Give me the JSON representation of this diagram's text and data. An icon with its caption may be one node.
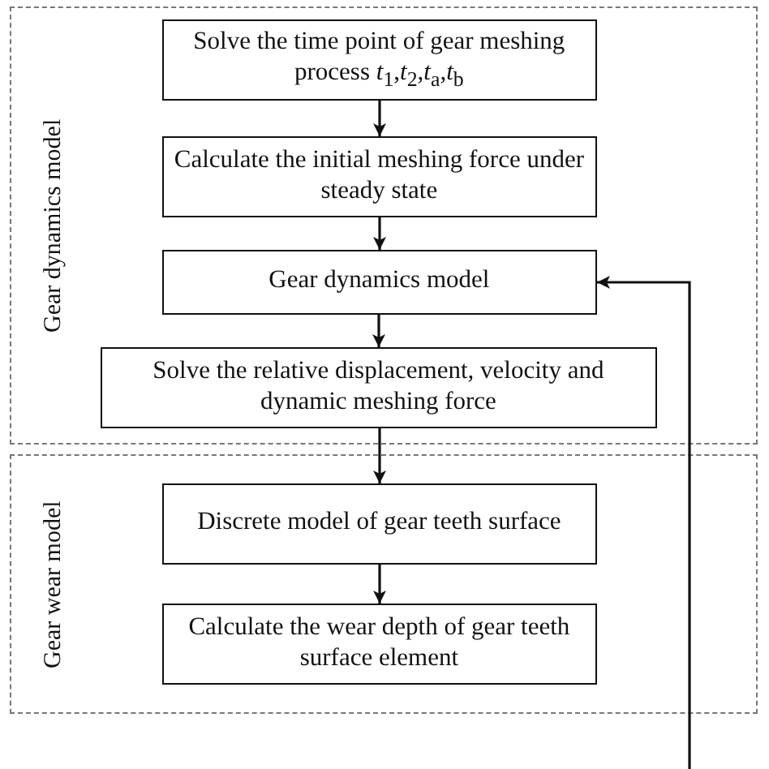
{
  "diagram": {
    "nodes": [
      {
        "text": [
          "Gear dynamics model"
        ]
      },
      {
        "text": [
          "Solve the time point of gear meshing process *t*$_{1}$,*t*$_{2}$,*t*$_{a}$,*t*$_{b}$"
        ],
        "in": 0
      },
      {
        "text": [
          "Calculate the initial meshing force under steady state"
        ],
        "in": 0
      },
      {
        "text": [
          "Gear dynamics model"
        ],
        "in": 0
      },
      {
        "text": [
          "Solve the relative displacement, velocity and dynamic meshing force"
        ],
        "in": 0
      },
      {
        "text": [
          "Gear wear model"
        ]
      },
      {
        "text": [
          "Discrete model of gear teeth surface"
        ],
        "in": 5
      },
      {
        "text": [
          "Calculate the wear depth of gear teeth surface element"
        ],
        "in": 5
      }
    ],
    "edges": [
      {
        "from": 1,
        "to": 2,
        "arrow": "to"
      },
      {
        "from": 2,
        "to": 3,
        "arrow": "to"
      },
      {
        "from": 3,
        "to": 4,
        "arrow": "to"
      },
      {
        "from": 4,
        "to": 6,
        "arrow": "to"
      },
      {
        "from": 6,
        "to": 7,
        "arrow": "to"
      },
      {
        "from": null,
        "to": 3,
        "arrow": "to"
      }
    ]
  }
}
